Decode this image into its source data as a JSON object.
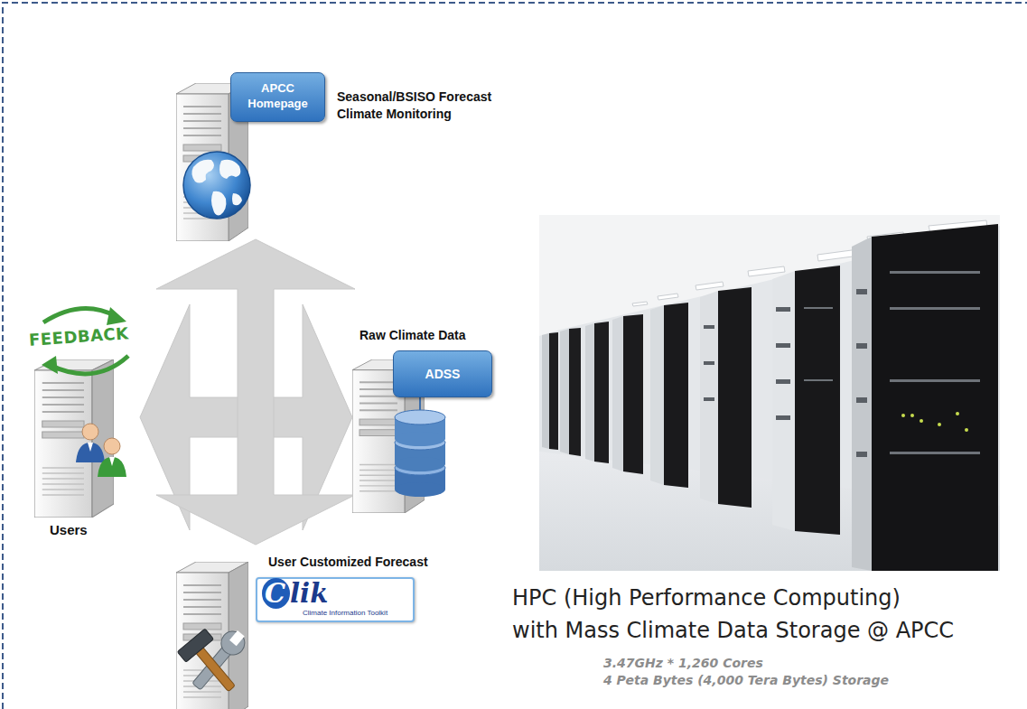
{
  "diagram": {
    "nodes": [
      {
        "text": [
          "APCC Homepage",
          "Seasonal/BSISO Forecast Climate Monitoring"
        ]
      },
      {
        "text": [
          "Users"
        ]
      },
      {
        "text": [
          "Raw Climate Data",
          "ADSS"
        ]
      },
      {
        "text": [
          "User Customized Forecast",
          "Clik",
          "Climate Information Toolkit"
        ]
      }
    ],
    "edges": [
      {
        "from": 1,
        "to": 2,
        "arrow": "both"
      },
      {
        "from": 0,
        "to": 3,
        "arrow": "both"
      }
    ],
    "labels": [
      "FEEDBACK",
      "HPC (High Performance Computing)",
      "with Mass Climate Data Storage @ APCC",
      "3.47GHz * 1,260 Cores",
      "4 Peta Bytes (4,000 Tera Bytes) Storage"
    ]
  }
}
